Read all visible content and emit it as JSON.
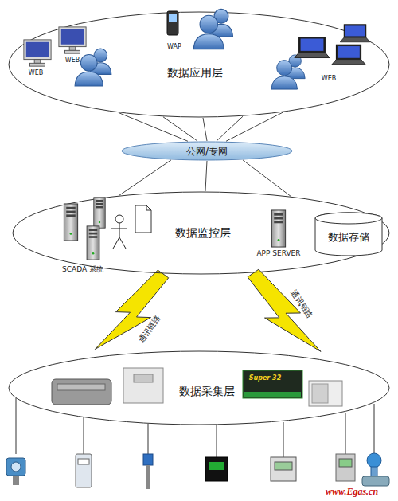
{
  "diagram": {
    "nodes": [
      {
        "text": [
          "数据应用层"
        ]
      },
      {
        "text": [
          "公网/专网"
        ]
      },
      {
        "text": [
          "数据监控层"
        ]
      },
      {
        "text": [
          "数据存储"
        ],
        "in": 2
      },
      {
        "text": [
          "数据采集层"
        ]
      }
    ],
    "edges": [
      {
        "from": 0,
        "to": 1,
        "arrow": "none"
      },
      {
        "from": 1,
        "to": 2,
        "arrow": "none"
      },
      {
        "from": 2,
        "to": 4,
        "label": "通讯链路",
        "arrow": "none"
      },
      {
        "from": 2,
        "to": 4,
        "label": "通讯链路",
        "arrow": "none"
      }
    ],
    "labels": [
      "WEB",
      "WEB",
      "WAP",
      "WEB",
      "SCADA 系统",
      "APP SERVER",
      "Super 32",
      "www.Egas.cn"
    ]
  }
}
